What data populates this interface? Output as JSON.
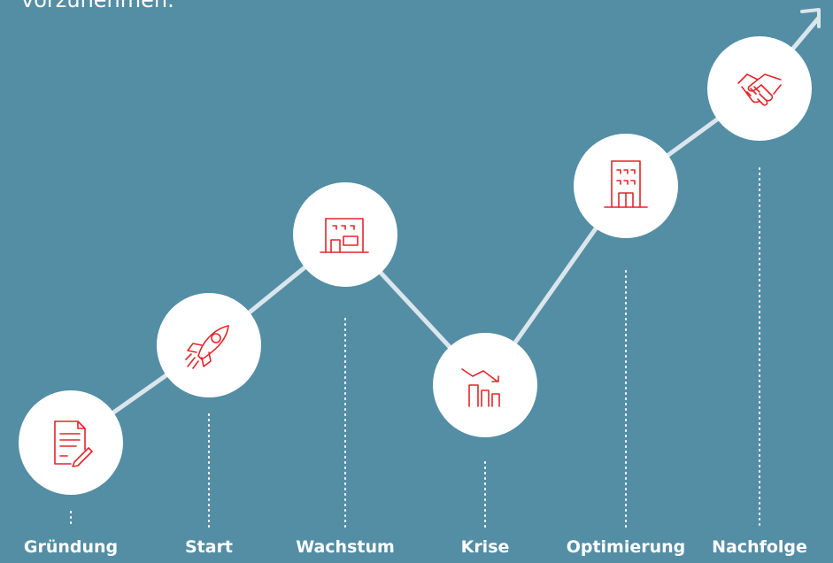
{
  "intro_text": "vorzunehmen.",
  "colors": {
    "background": "#548ea5",
    "line": "#dbe6ec",
    "circle": "#ffffff",
    "icon": "#e3262b",
    "text": "#ffffff"
  },
  "stages": [
    {
      "label": "Gründung",
      "icon": "document-pen-icon"
    },
    {
      "label": "Start",
      "icon": "rocket-icon"
    },
    {
      "label": "Wachstum",
      "icon": "shop-building-icon"
    },
    {
      "label": "Krise",
      "icon": "declining-chart-icon"
    },
    {
      "label": "Optimierung",
      "icon": "office-building-icon"
    },
    {
      "label": "Nachfolge",
      "icon": "handshake-icon"
    }
  ]
}
